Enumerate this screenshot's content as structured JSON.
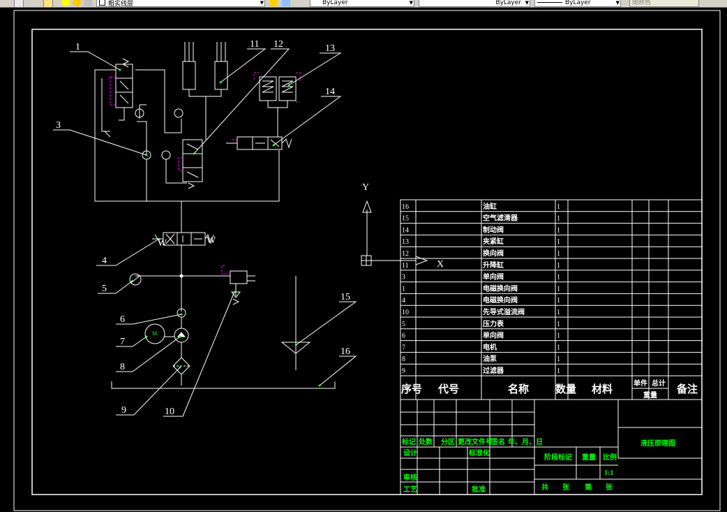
{
  "toolbar": {
    "layer_name": "粗实线层",
    "color_control": "ByLayer",
    "linetype_control": "ByLayer",
    "lineweight_control": "ByLayer",
    "plotstyle_control": "随颜色"
  },
  "drawing": {
    "callouts": [
      "1",
      "11",
      "12",
      "13",
      "3",
      "14",
      "4",
      "5",
      "6",
      "7",
      "8",
      "9",
      "10",
      "15",
      "16"
    ],
    "motor_letter": "M",
    "valve_spring_letter": "W",
    "ucs_y": "Y",
    "ucs_x": "X"
  },
  "parts_list": {
    "rows": [
      {
        "seq": "16",
        "name": "油缸",
        "qty": "1"
      },
      {
        "seq": "15",
        "name": "空气滤清器",
        "qty": "1"
      },
      {
        "seq": "14",
        "name": "制动阀",
        "qty": "1"
      },
      {
        "seq": "13",
        "name": "夹紧缸",
        "qty": "1"
      },
      {
        "seq": "12",
        "name": "换向阀",
        "qty": "1"
      },
      {
        "seq": "11",
        "name": "升降缸",
        "qty": "1"
      },
      {
        "seq": "3",
        "name": "单向阀",
        "qty": "1"
      },
      {
        "seq": "1",
        "name": "电磁换向阀",
        "qty": "1"
      },
      {
        "seq": "4",
        "name": "电磁换向阀",
        "qty": "1"
      },
      {
        "seq": "10",
        "name": "先导式溢流阀",
        "qty": "1"
      },
      {
        "seq": "5",
        "name": "压力表",
        "qty": "1"
      },
      {
        "seq": "6",
        "name": "单向阀",
        "qty": "1"
      },
      {
        "seq": "7",
        "name": "电机",
        "qty": "1"
      },
      {
        "seq": "8",
        "name": "油泵",
        "qty": "1"
      },
      {
        "seq": "9",
        "name": "过滤器",
        "qty": "1"
      }
    ],
    "header": {
      "seq": "序号",
      "code": "代号",
      "name": "名称",
      "qty": "数量",
      "material": "材料",
      "single": "单件",
      "total": "总计",
      "weight": "重量",
      "remark": "备注"
    }
  },
  "title_block": {
    "row_labels": [
      "标记",
      "处数",
      "分区",
      "更改文件号",
      "签名",
      "年、月、日"
    ],
    "design": "设计",
    "standardize": "标准化",
    "review": "审核",
    "process": "工艺",
    "approve": "批准",
    "stage": "阶段标记",
    "weight": "重量",
    "scale": "比例",
    "scale_value": "1:1",
    "total": "共",
    "sheets": "张",
    "page": "第",
    "page_sheets": "张",
    "drawing_title": "液压原理图"
  }
}
